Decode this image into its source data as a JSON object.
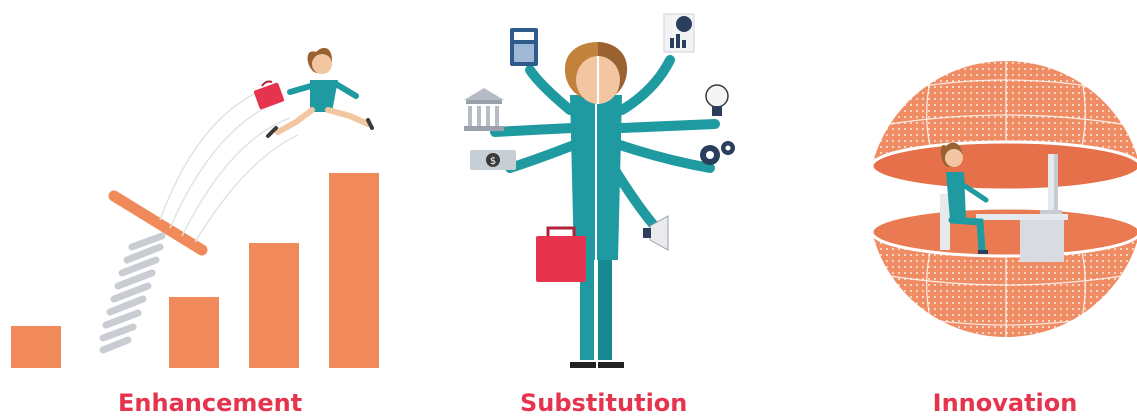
{
  "colors": {
    "accent": "#e6344f",
    "bar_orange": "#f08a5a",
    "globe_orange": "#ef8c63",
    "teal": "#1e9aa0",
    "skin": "#f2c6a0",
    "hair": "#9a6231",
    "briefcase": "#e6344f"
  },
  "panels": [
    {
      "caption": "Enhancement",
      "icons": [
        "spring-icon",
        "bar-chart-icon",
        "running-woman-icon",
        "briefcase-icon"
      ]
    },
    {
      "caption": "Substitution",
      "icons": [
        "bank-icon",
        "money-icon",
        "calculator-icon",
        "report-chart-icon",
        "lightbulb-icon",
        "gears-icon",
        "megaphone-icon",
        "briefcase-icon"
      ]
    },
    {
      "caption": "Innovation",
      "icons": [
        "globe-icon",
        "woman-at-desk-icon",
        "monitor-icon"
      ]
    }
  ]
}
